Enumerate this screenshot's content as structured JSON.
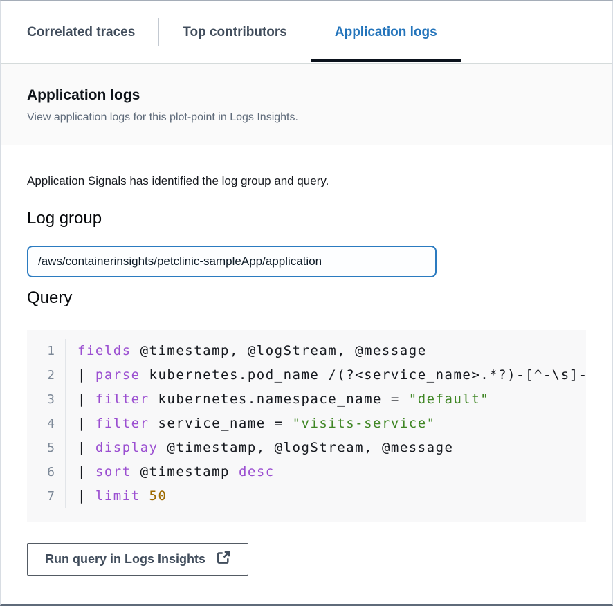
{
  "tabs": {
    "items": [
      {
        "label": "Correlated traces",
        "active": false
      },
      {
        "label": "Top contributors",
        "active": false
      },
      {
        "label": "Application logs",
        "active": true
      }
    ]
  },
  "header": {
    "title": "Application logs",
    "description": "View application logs for this plot-point in Logs Insights."
  },
  "main": {
    "intro": "Application Signals has identified the log group and query.",
    "log_group": {
      "label": "Log group",
      "value": "/aws/containerinsights/petclinic-sampleApp/application"
    },
    "query": {
      "label": "Query",
      "lines": [
        {
          "number": "1",
          "segments": [
            {
              "text": "fields",
              "type": "keyword"
            },
            {
              "text": " @timestamp, @logStream, @message",
              "type": "plain"
            }
          ]
        },
        {
          "number": "2",
          "segments": [
            {
              "text": "| ",
              "type": "plain"
            },
            {
              "text": "parse",
              "type": "keyword"
            },
            {
              "text": " kubernetes.pod_name /(?<service_name>.*?)-[^-\\s]-",
              "type": "plain"
            }
          ]
        },
        {
          "number": "3",
          "segments": [
            {
              "text": "| ",
              "type": "plain"
            },
            {
              "text": "filter",
              "type": "keyword"
            },
            {
              "text": " kubernetes.namespace_name = ",
              "type": "plain"
            },
            {
              "text": "\"default\"",
              "type": "string"
            }
          ]
        },
        {
          "number": "4",
          "segments": [
            {
              "text": "| ",
              "type": "plain"
            },
            {
              "text": "filter",
              "type": "keyword"
            },
            {
              "text": " service_name = ",
              "type": "plain"
            },
            {
              "text": "\"visits-service\"",
              "type": "string"
            }
          ]
        },
        {
          "number": "5",
          "segments": [
            {
              "text": "| ",
              "type": "plain"
            },
            {
              "text": "display",
              "type": "keyword"
            },
            {
              "text": " @timestamp, @logStream, @message",
              "type": "plain"
            }
          ]
        },
        {
          "number": "6",
          "segments": [
            {
              "text": "| ",
              "type": "plain"
            },
            {
              "text": "sort",
              "type": "keyword"
            },
            {
              "text": " @timestamp ",
              "type": "plain"
            },
            {
              "text": "desc",
              "type": "keyword"
            }
          ]
        },
        {
          "number": "7",
          "segments": [
            {
              "text": "| ",
              "type": "plain"
            },
            {
              "text": "limit",
              "type": "keyword"
            },
            {
              "text": " ",
              "type": "plain"
            },
            {
              "text": "50",
              "type": "number"
            }
          ]
        }
      ]
    },
    "run_button": {
      "label": "Run query in Logs Insights",
      "icon": "external-link-icon"
    }
  },
  "colors": {
    "active_tab": "#2374bb",
    "tab_underline": "#0b121c",
    "keyword": "#9b4fd1",
    "string": "#3f8624",
    "number": "#9e6b00",
    "code_text": "#16191f",
    "input_border": "#2b7bc0"
  }
}
